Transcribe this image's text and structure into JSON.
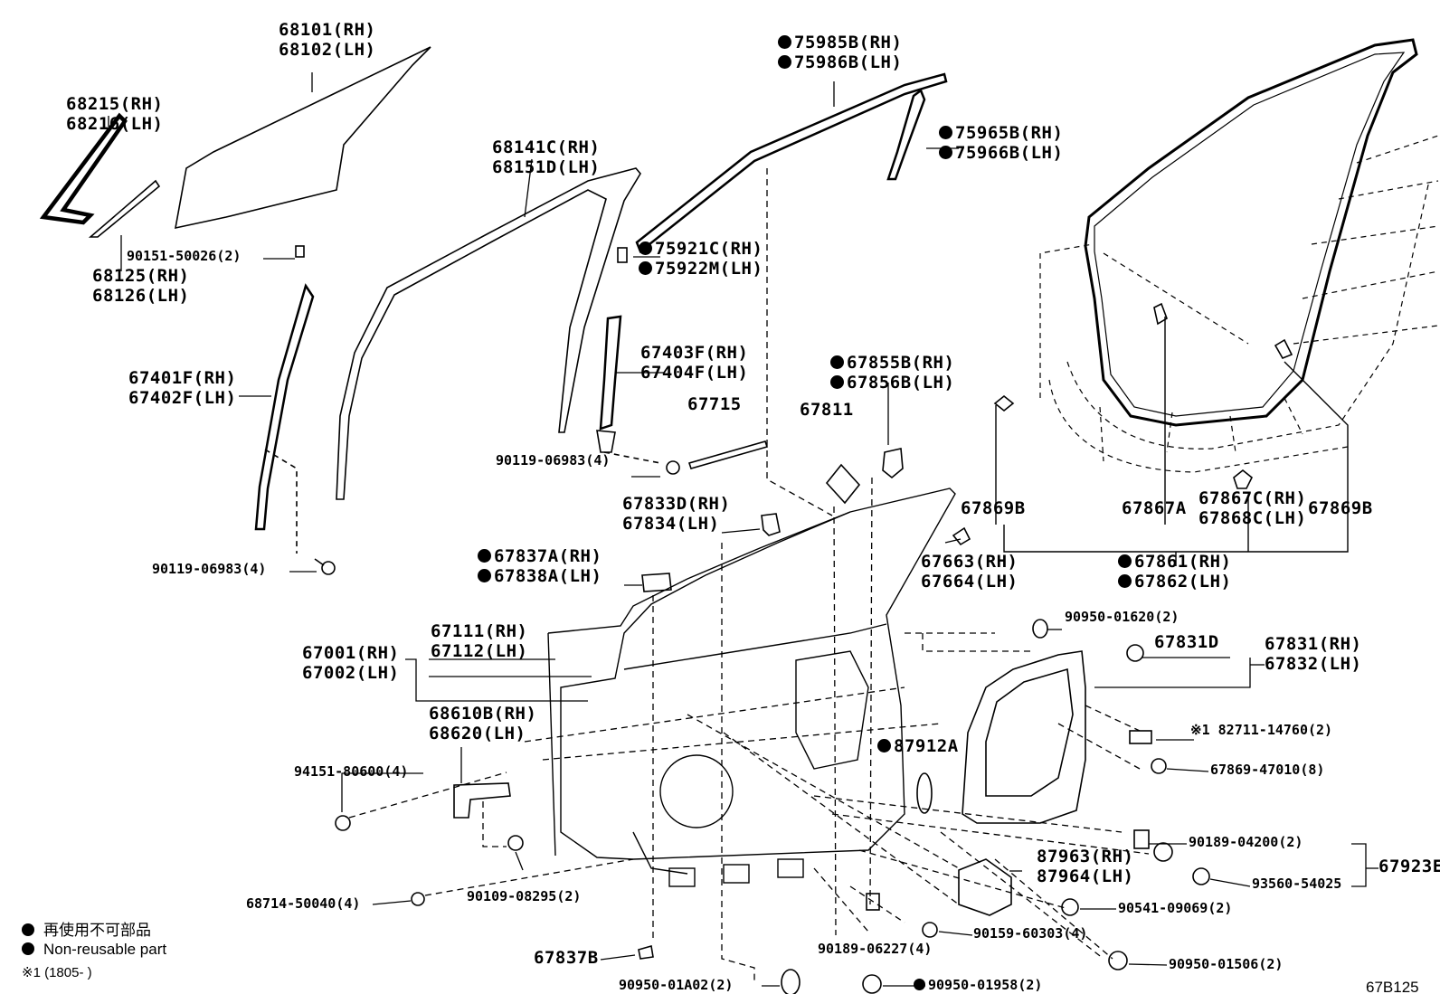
{
  "labels": {
    "l68101": [
      "68101(RH)",
      "68102(LH)"
    ],
    "l68215": [
      "68215(RH)",
      "68216(LH)"
    ],
    "l68125": [
      "68125(RH)",
      "68126(LH)"
    ],
    "l90151": [
      "90151-50026(2)"
    ],
    "l67401": [
      "67401F(RH)",
      "67402F(LH)"
    ],
    "l90119a": [
      "90119-06983(4)"
    ],
    "l68141": [
      "68141C(RH)",
      "68151D(LH)"
    ],
    "l75985": [
      "75985B(RH)",
      "75986B(LH)"
    ],
    "l75965": [
      "75965B(RH)",
      "75966B(LH)"
    ],
    "l75921": [
      "75921C(RH)",
      "75922M(LH)"
    ],
    "l67403": [
      "67403F(RH)",
      "67404F(LH)"
    ],
    "l90119b": [
      "90119-06983(4)"
    ],
    "l67715": [
      "67715"
    ],
    "l67811": [
      "67811"
    ],
    "l67855": [
      "67855B(RH)",
      "67856B(LH)"
    ],
    "l67833": [
      "67833D(RH)",
      "67834(LH)"
    ],
    "l67837a": [
      "67837A(RH)",
      "67838A(LH)"
    ],
    "l67869b_l": [
      "67869B"
    ],
    "l67867a": [
      "67867A"
    ],
    "l67867c": [
      "67867C(RH)",
      "67868C(LH)"
    ],
    "l67869b_r": [
      "67869B"
    ],
    "l67663": [
      "67663(RH)",
      "67664(LH)"
    ],
    "l67861": [
      "67861(RH)",
      "67862(LH)"
    ],
    "l90950_01620": [
      "90950-01620(2)"
    ],
    "l67831d": [
      "67831D"
    ],
    "l67831": [
      "67831(RH)",
      "67832(LH)"
    ],
    "l67001": [
      "67001(RH)",
      "67002(LH)"
    ],
    "l67111": [
      "67111(RH)",
      "67112(LH)"
    ],
    "l68610": [
      "68610B(RH)",
      "68620(LH)"
    ],
    "l94151": [
      "94151-80600(4)"
    ],
    "l87912": [
      "87912A"
    ],
    "l82711": [
      "82711-14760(2)"
    ],
    "l67869_47010": [
      "67869-47010(8)"
    ],
    "l90189_04200": [
      "90189-04200(2)"
    ],
    "l87963": [
      "87963(RH)",
      "87964(LH)"
    ],
    "l93560": [
      "93560-54025"
    ],
    "l67923": [
      "67923E"
    ],
    "l90109": [
      "90109-08295(2)"
    ],
    "l68714": [
      "68714-50040(4)"
    ],
    "l90541": [
      "90541-09069(2)"
    ],
    "l90159": [
      "90159-60303(4)"
    ],
    "l90189_06227": [
      "90189-06227(4)"
    ],
    "l67837b": [
      "67837B"
    ],
    "l90950_01a02": [
      "90950-01A02(2)"
    ],
    "l90950_01958": [
      "90950-01958(2)"
    ],
    "l90950_01506": [
      "90950-01506(2)"
    ]
  },
  "note_mark": "※1",
  "legend": {
    "jp": "再使用不可部品",
    "en": "Non-reusable part",
    "note": "※1 (1805-       )"
  },
  "diagram_code": "67B125"
}
